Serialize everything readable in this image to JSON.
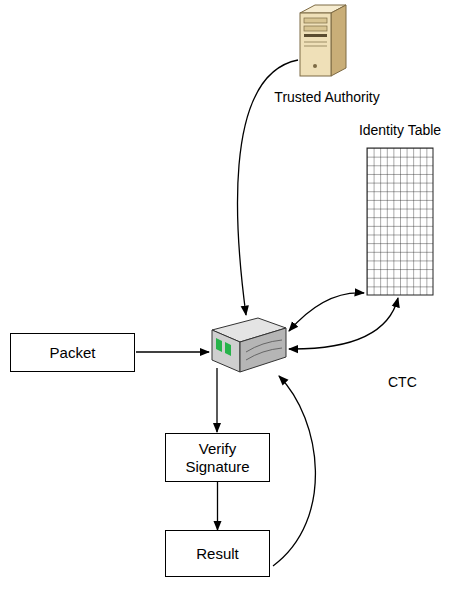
{
  "diagram": {
    "nodes": [
      {
        "text": [
          "Trusted Authority"
        ]
      },
      {
        "text": [
          "Identity Table"
        ]
      },
      {
        "text": [
          "Packet"
        ]
      },
      {
        "text": [
          "Verify Signature"
        ]
      },
      {
        "text": [
          "Result"
        ]
      }
    ],
    "edges": [
      {
        "from": 3,
        "to": 4,
        "arrow": "to"
      }
    ],
    "labels": [
      "CTC"
    ]
  }
}
